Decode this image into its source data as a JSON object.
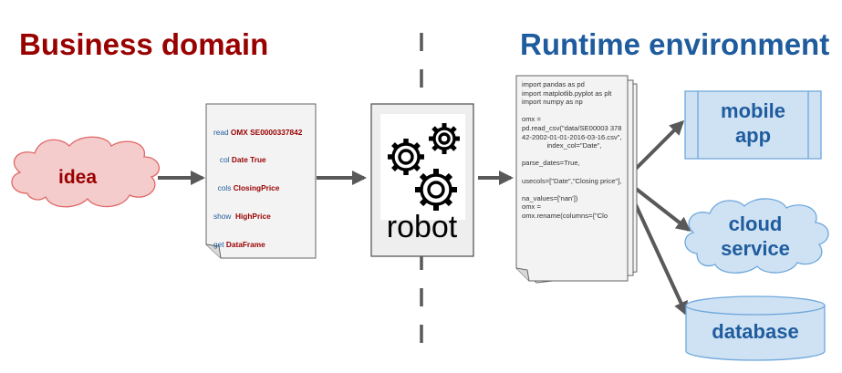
{
  "titles": {
    "business": "Business domain",
    "runtime": "Runtime environment"
  },
  "nodes": {
    "idea": "idea",
    "robot": "robot",
    "mobile_line1": "mobile",
    "mobile_line2": "app",
    "cloud_line1": "cloud",
    "cloud_line2": "service",
    "database": "database"
  },
  "dsl_lines": [
    {
      "kw": "read ",
      "arg": "OMX SE0000337842",
      "indent": ""
    },
    {
      "kw": "col ",
      "arg": "Date True",
      "indent": "   "
    },
    {
      "kw": "cols ",
      "arg": "ClosingPrice",
      "indent": "  "
    },
    {
      "kw": "show  ",
      "arg": "HighPrice",
      "indent": ""
    },
    {
      "kw": "get ",
      "arg": "DataFrame",
      "indent": ""
    }
  ],
  "code_text": "import pandas as pd\nimport matplotlib.pyplot as plt\nimport numpy as np\n\nomx =\npd.read_csv(\"data/SE00003 37842-2002-01-01-2016-03-16.csv\",\n             index_col=\"Date\",\n\nparse_dates=True,\n\nusecols=[\"Date\",\"Closing price\"],\n\nna_values=['nan'])\nomx =\nomx.rename(columns={\"Clo",
  "colors": {
    "business_red": "#990000",
    "runtime_blue": "#1f5c9e",
    "idea_fill": "#f4cccc",
    "idea_stroke": "#e06666",
    "blue_fill": "#cfe2f3",
    "blue_stroke": "#6fa8dc",
    "arrow": "#595959",
    "doc_fill": "#f3f3f3"
  }
}
